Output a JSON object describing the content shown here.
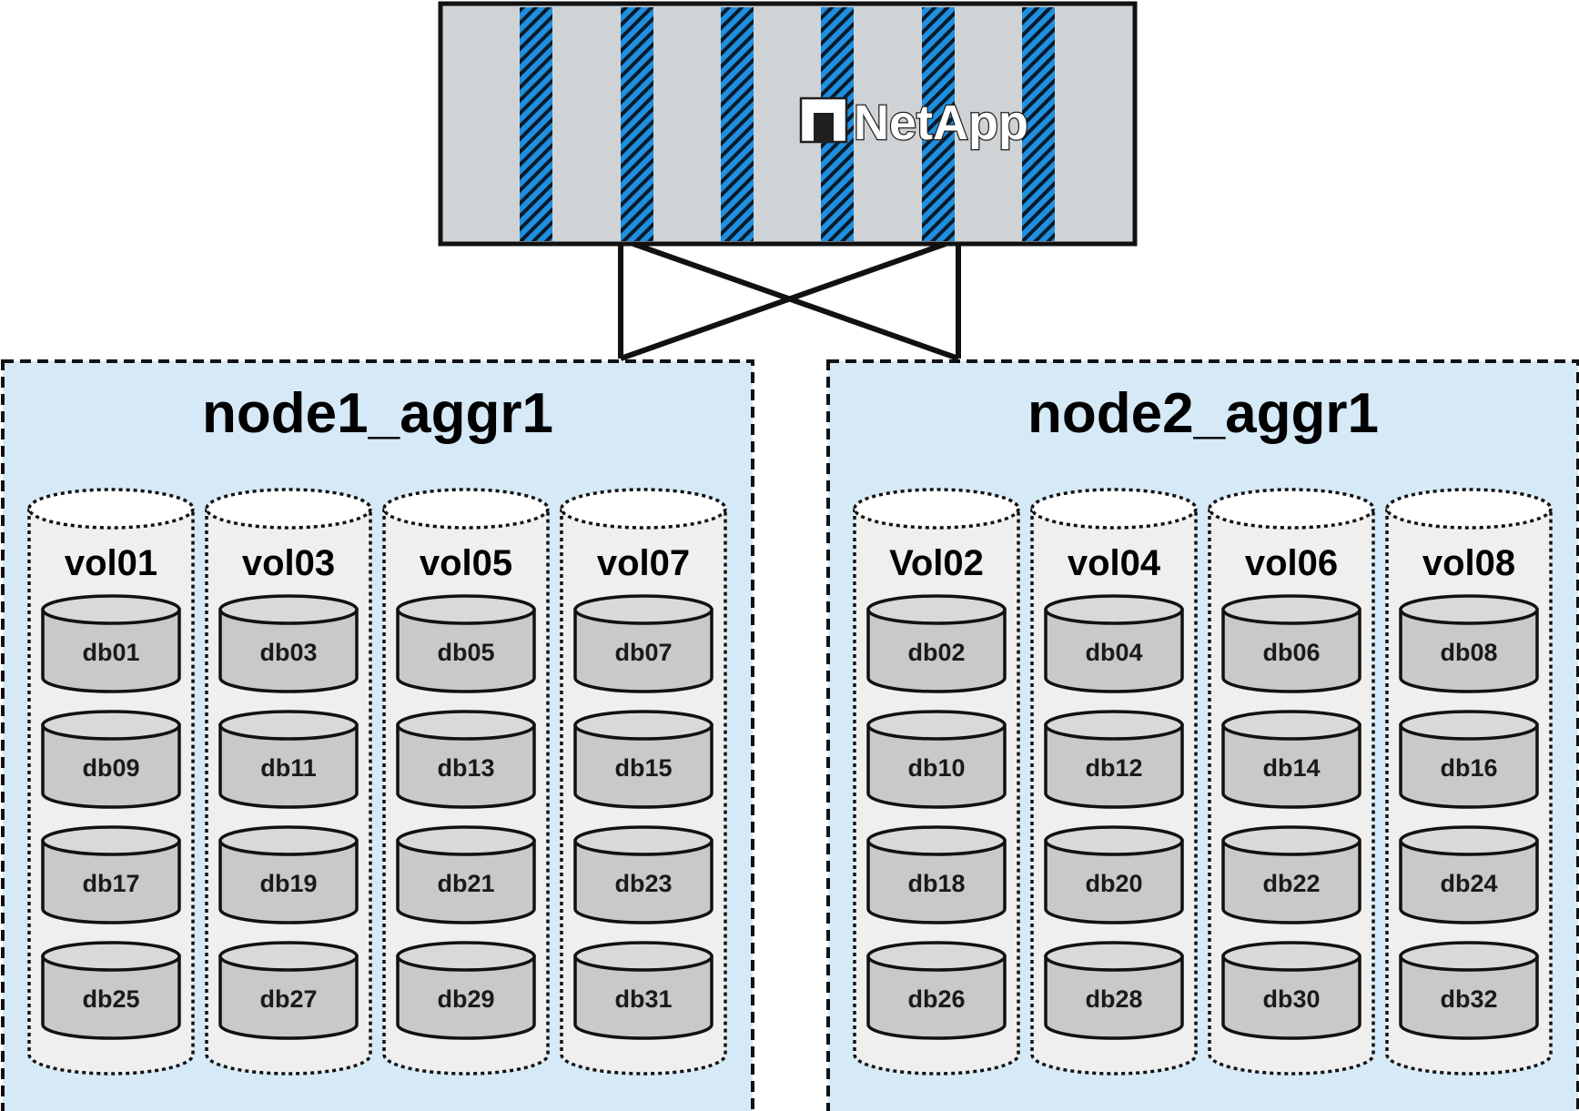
{
  "storage": {
    "brand": "NetApp",
    "colors": {
      "stripe": "#1f8fe0",
      "chassis": "#d0d3d5",
      "aggregate_fill": "#d6e9f7",
      "volume_fill": "#efefef",
      "disk_fill": "#c9c9c9"
    }
  },
  "aggregates": [
    {
      "name": "node1_aggr1",
      "volumes": [
        {
          "name": "vol01",
          "dbs": [
            "db01",
            "db09",
            "db17",
            "db25"
          ]
        },
        {
          "name": "vol03",
          "dbs": [
            "db03",
            "db11",
            "db19",
            "db27"
          ]
        },
        {
          "name": "vol05",
          "dbs": [
            "db05",
            "db13",
            "db21",
            "db29"
          ]
        },
        {
          "name": "vol07",
          "dbs": [
            "db07",
            "db15",
            "db23",
            "db31"
          ]
        }
      ]
    },
    {
      "name": "node2_aggr1",
      "volumes": [
        {
          "name": "Vol02",
          "dbs": [
            "db02",
            "db10",
            "db18",
            "db26"
          ]
        },
        {
          "name": "vol04",
          "dbs": [
            "db04",
            "db12",
            "db20",
            "db28"
          ]
        },
        {
          "name": "vol06",
          "dbs": [
            "db06",
            "db14",
            "db22",
            "db30"
          ]
        },
        {
          "name": "vol08",
          "dbs": [
            "db08",
            "db16",
            "db24",
            "db32"
          ]
        }
      ]
    }
  ]
}
